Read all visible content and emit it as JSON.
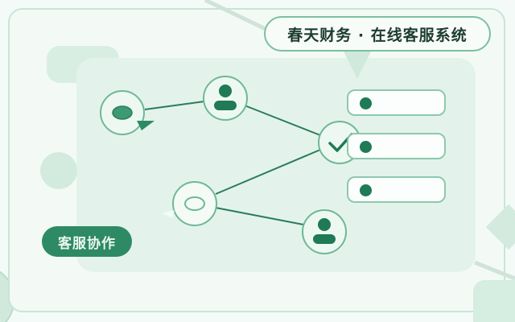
{
  "title": "春天财务 · 在线客服系统",
  "tag_label": "客服协作",
  "list_items": [
    {
      "icon": "dot-icon"
    },
    {
      "icon": "dot-icon"
    },
    {
      "icon": "dot-icon"
    }
  ],
  "nodes": [
    {
      "name": "chat-bubble-node",
      "icon": "speech-bubble-icon"
    },
    {
      "name": "agent-node-top",
      "icon": "user-icon"
    },
    {
      "name": "check-node",
      "icon": "checkmark-icon"
    },
    {
      "name": "chat-bubble-node-outline",
      "icon": "speech-bubble-outline-icon"
    },
    {
      "name": "agent-node-bottom",
      "icon": "user-icon"
    }
  ],
  "colors": {
    "accent": "#2e8a64",
    "dark_green": "#1f7a55",
    "line": "#2a7d5b",
    "node_border": "#6fb895",
    "background": "#f3faf6"
  }
}
